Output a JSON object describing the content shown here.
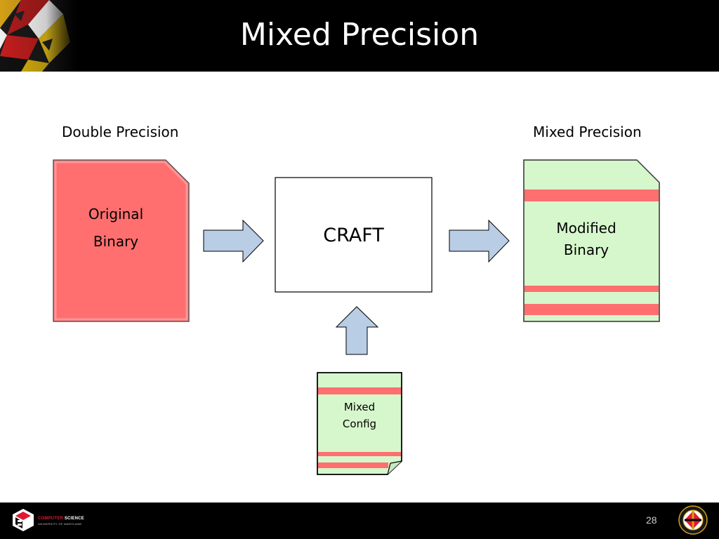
{
  "slide": {
    "title": "Mixed Precision",
    "page_number": "28"
  },
  "footer": {
    "brand_part1": "COMPUTER",
    "brand_part2": "SCIENCE",
    "brand_sub": "UNIVERSITY OF MARYLAND"
  },
  "diagram": {
    "left_heading": "Double Precision",
    "right_heading": "Mixed Precision",
    "original_line1": "Original",
    "original_line2": "Binary",
    "center_label": "CRAFT",
    "modified_line1": "Modified",
    "modified_line2": "Binary",
    "config_line1": "Mixed",
    "config_line2": "Config"
  },
  "colors": {
    "red_fill": "#ff6f6f",
    "green_fill": "#d6f7cc",
    "arrow_fill": "#b9cde5",
    "arrow_stroke": "#000000"
  }
}
